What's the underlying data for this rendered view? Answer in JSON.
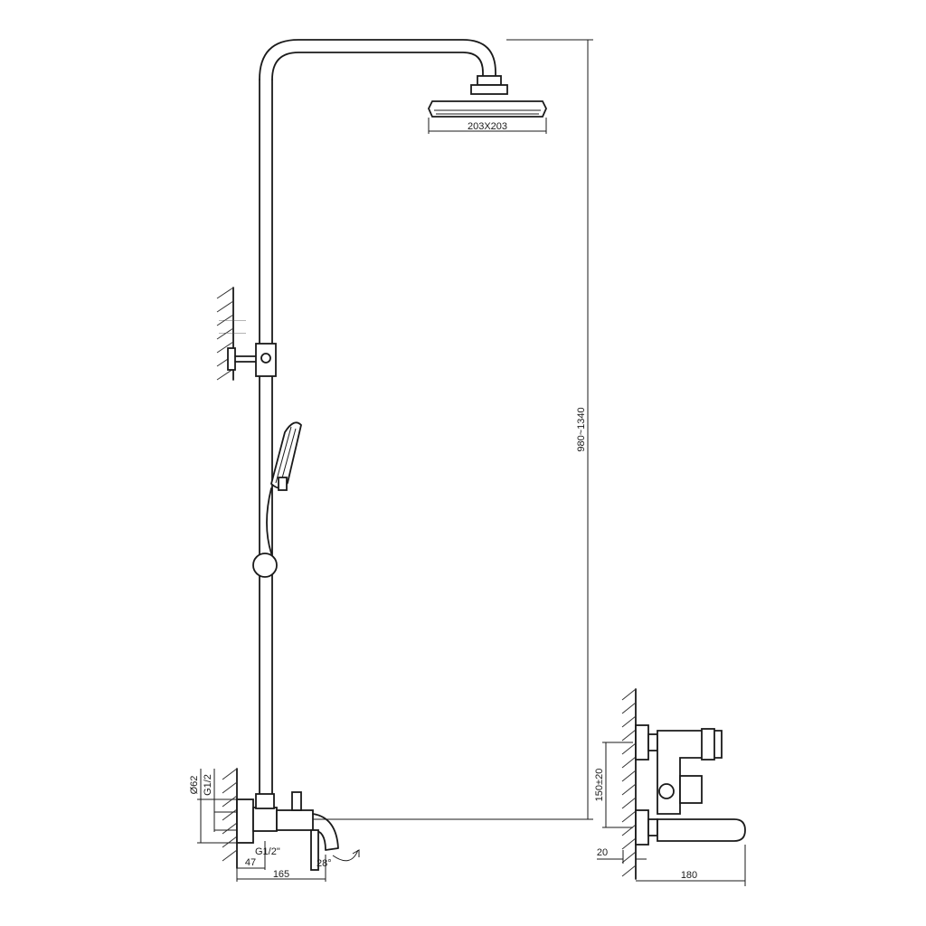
{
  "dimensions": {
    "head_size": "203X203",
    "height_range": "980~1340",
    "mixer_outlet_distance": "150±20",
    "wall_offset": "20",
    "mixer_depth": "180",
    "flange_diameter": "Ø62",
    "thread_inlet": "G1/2",
    "thread_outlet": "G1/2\"",
    "spout_angle": "28°",
    "inlet_offset": "47",
    "spout_reach": "165"
  },
  "colors": {
    "line": "#1a1a1a",
    "background": "#ffffff"
  }
}
